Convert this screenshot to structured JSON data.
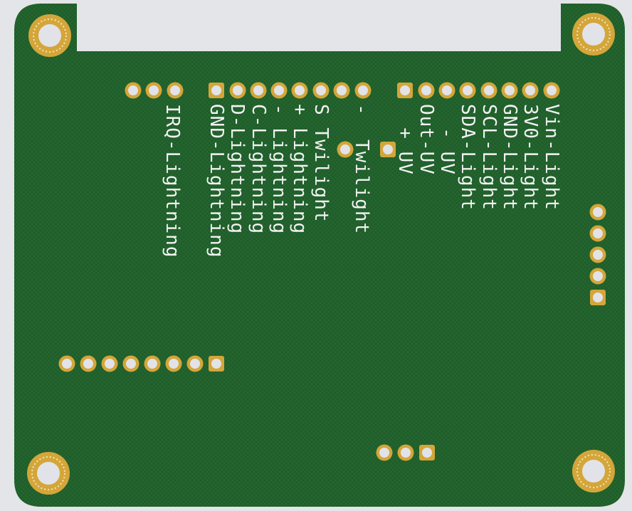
{
  "board": {
    "colors": {
      "board": "#1f5c2a",
      "pad": "#d4a63a",
      "hole": "#e2e3e8",
      "silkscreen": "#f2f2f2",
      "background": "#e4e5e8"
    },
    "labels": [
      "Vin-Light",
      "3V0-Light",
      "GND-Light",
      "SCL-Light",
      "SDA-Light",
      "  - UV",
      "Out-UV",
      "  + UV",
      "-  Twilight",
      "S Twilight",
      "+ Lightning",
      "- Lightning",
      "C-Lightning",
      "D-Lightning",
      "GND-Lightning",
      "IRQ-Lightning"
    ]
  }
}
